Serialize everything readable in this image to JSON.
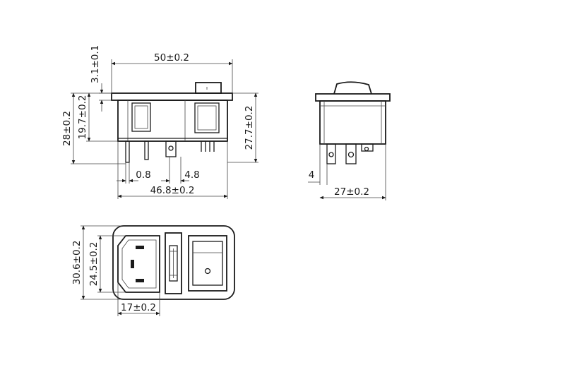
{
  "dimensions": {
    "top_width": "50±0.2",
    "top_flange": "3.1±0.1",
    "total_height": "28±0.2",
    "body_height": "19.7±0.2",
    "right_height": "27.7±0.2",
    "pin_thickness": "0.8",
    "pin_spacing": "4.8",
    "body_width": "46.8±0.2",
    "side_pin_offset": "4",
    "side_depth": "27±0.2",
    "front_height": "30.6±0.2",
    "front_inner_height": "24.5±0.2",
    "inlet_width": "17±0.2"
  },
  "colors": {
    "line": "#1a1a1a",
    "background": "#ffffff"
  }
}
